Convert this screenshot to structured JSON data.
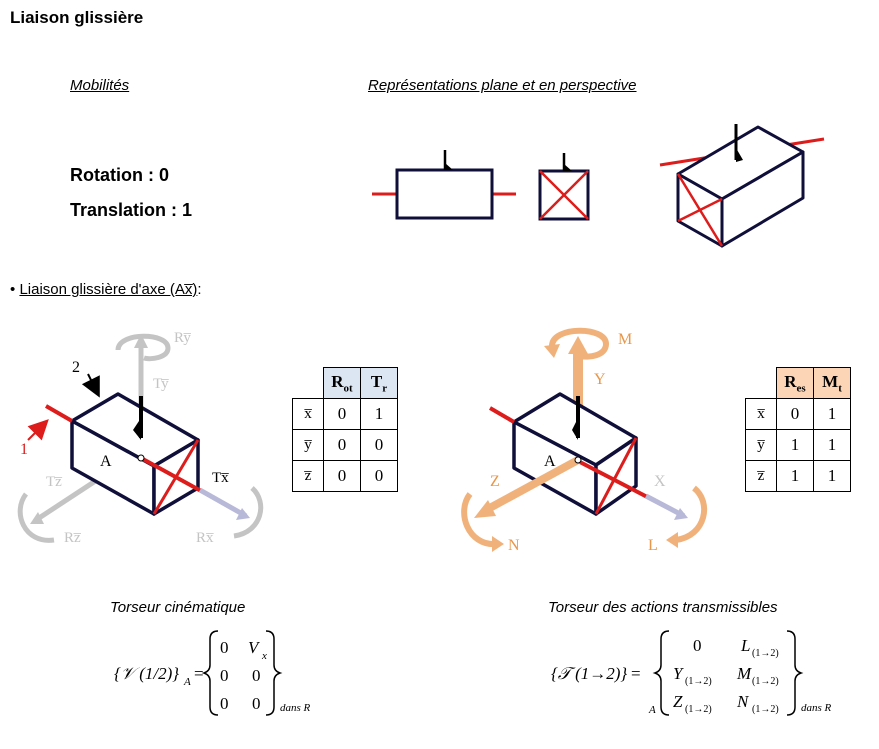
{
  "title": "Liaison glissière",
  "sections": {
    "mobilites_label": "Mobilités",
    "representations_label": "Représentations plane et en perspective"
  },
  "mobilites": {
    "rotation": "Rotation : 0",
    "translation": "Translation : 1"
  },
  "axis_heading": {
    "bullet": "•",
    "label": "Liaison glissière d'axe (Ax̅)",
    "colon": ":"
  },
  "left_figure": {
    "part2": "2",
    "part1": "1",
    "point": "A",
    "ry": "Ry̅",
    "ty": "Ty̅",
    "tz": "Tz̅",
    "rz": "Rz̅",
    "tx": "Tx̅",
    "rx": "Rx̅"
  },
  "right_figure": {
    "m": "M",
    "y": "Y",
    "z": "Z",
    "point": "A",
    "x": "X",
    "n": "N",
    "l": "L"
  },
  "kin_table": {
    "headers": [
      "R",
      "ot",
      "T",
      "r"
    ],
    "rows": [
      {
        "axis": "x̅",
        "r": "0",
        "t": "1"
      },
      {
        "axis": "y̅",
        "r": "0",
        "t": "0"
      },
      {
        "axis": "z̅",
        "r": "0",
        "t": "0"
      }
    ]
  },
  "action_table": {
    "headers": [
      "R",
      "es",
      "M",
      "t"
    ],
    "rows": [
      {
        "axis": "x̅",
        "r": "0",
        "m": "1"
      },
      {
        "axis": "y̅",
        "r": "1",
        "m": "1"
      },
      {
        "axis": "z̅",
        "r": "1",
        "m": "1"
      }
    ]
  },
  "torseur_cinematique": {
    "label": "Torseur cinématique",
    "lhs": "{𝒱 (1/2)}",
    "lhs_sub": "A",
    "eq": "=",
    "m11": "0",
    "m12": "V",
    "m12_sub": "x",
    "m21": "0",
    "m22": "0",
    "m31": "0",
    "m32": "0",
    "basis": "dans R"
  },
  "torseur_actions": {
    "label": "Torseur des actions transmissibles",
    "lhs": "{𝒯 (1→2)}",
    "eq": "=",
    "point": "A",
    "m11": "0",
    "m12": "L",
    "m12_sub": "(1→2)",
    "m21": "Y",
    "m21_sub": "(1→2)",
    "m22": "M",
    "m22_sub": "(1→2)",
    "m31": "Z",
    "m31_sub": "(1→2)",
    "m32": "N",
    "m32_sub": "(1→2)",
    "basis": "dans R"
  },
  "colors": {
    "red": "#dd1c1c",
    "navy": "#0f0f3a",
    "orange": "#f0b27a",
    "orange_text": "#e8964a",
    "grey": "#c4c4c4",
    "kin_header": "#dce6f2",
    "action_header": "#fbd5b5"
  }
}
